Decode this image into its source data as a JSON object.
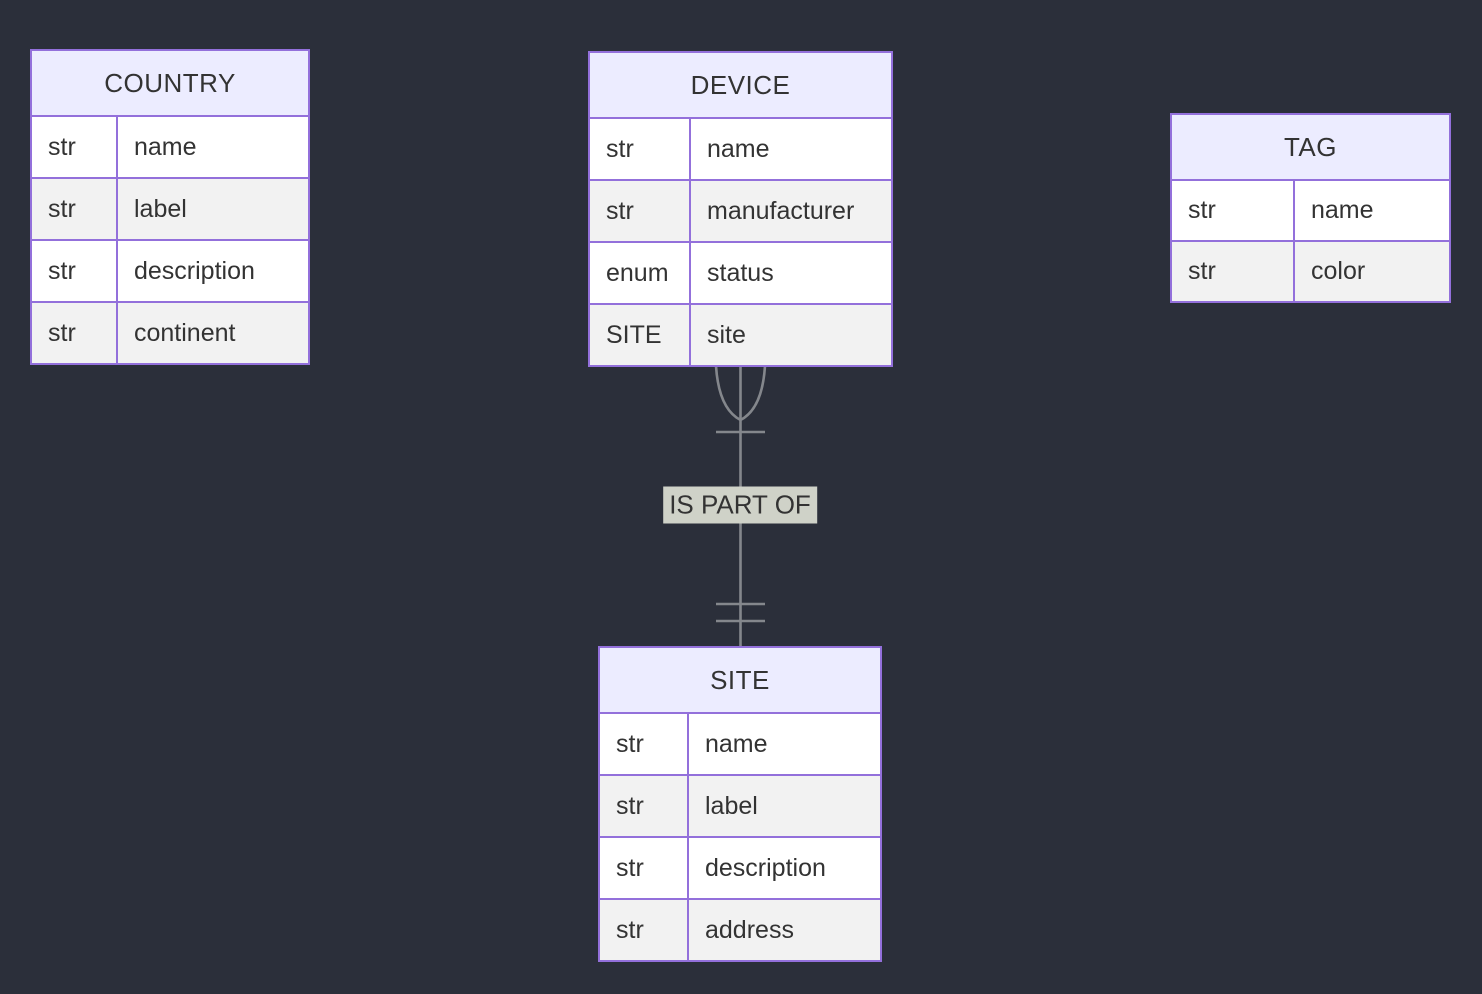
{
  "diagram_type": "entity-relationship-diagram",
  "entities": {
    "country": {
      "title": "COUNTRY",
      "rows": [
        {
          "type": "str",
          "name": "name"
        },
        {
          "type": "str",
          "name": "label"
        },
        {
          "type": "str",
          "name": "description"
        },
        {
          "type": "str",
          "name": "continent"
        }
      ]
    },
    "device": {
      "title": "DEVICE",
      "rows": [
        {
          "type": "str",
          "name": "name"
        },
        {
          "type": "str",
          "name": "manufacturer"
        },
        {
          "type": "enum",
          "name": "status"
        },
        {
          "type": "SITE",
          "name": "site"
        }
      ]
    },
    "tag": {
      "title": "TAG",
      "rows": [
        {
          "type": "str",
          "name": "name"
        },
        {
          "type": "str",
          "name": "color"
        }
      ]
    },
    "site": {
      "title": "SITE",
      "rows": [
        {
          "type": "str",
          "name": "name"
        },
        {
          "type": "str",
          "name": "label"
        },
        {
          "type": "str",
          "name": "description"
        },
        {
          "type": "str",
          "name": "address"
        }
      ]
    }
  },
  "relationship": {
    "label": "IS PART OF",
    "from_entity": "DEVICE",
    "to_entity": "SITE",
    "from_cardinality": "one-or-many",
    "to_cardinality": "exactly-one",
    "line_style": "solid"
  },
  "colors": {
    "background": "#2b2f3a",
    "entity_border": "#9370DB",
    "header_fill": "#ECECFF",
    "row_fill": "#ffffff",
    "row_fill_alt": "#f2f2f2",
    "text": "#333333",
    "relationship_line": "#84878c",
    "relationship_label_bg": "#cfd2c8"
  }
}
